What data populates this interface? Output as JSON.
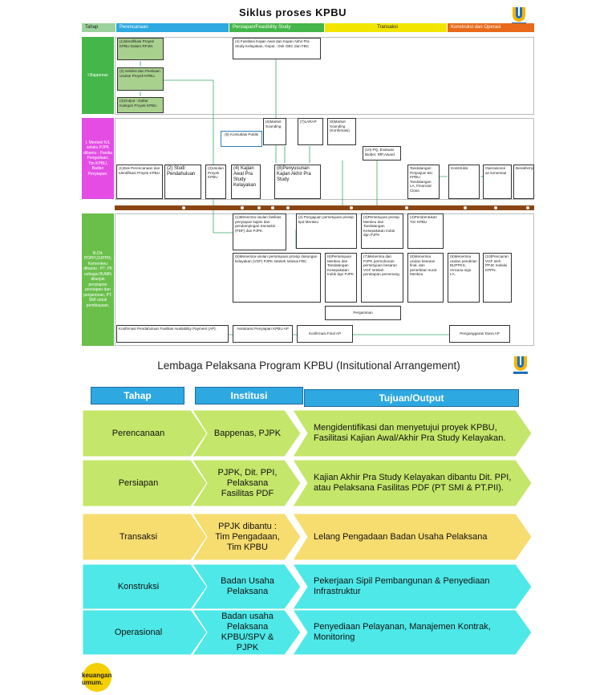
{
  "top": {
    "title": "Siklus proses   KPBU",
    "headers": {
      "tahap": "Tahap",
      "perencanaan": "Perencanaan",
      "persiapan": "Persiapan/Feasibility Study",
      "transaksi": "Transaksi",
      "konstruksi": "Konstruksi dan Operasi"
    },
    "lanes": {
      "bappenas": "I.Bappenas",
      "pjpk": "I. Menteri/ K/L selaku PJPK dibantu : Panitia Pengadaan; Tim KPBU, Badan Penyiapan.",
      "dit": "III.Dit. PDPPI,DJPPR; Kemenkeu dibantu : PT. PII sebagai BUMN ditunjuk penyiapan persiapan dan penjaminan, PT. SMI untuk pembiayaan."
    },
    "boxes": {
      "b1": "(1)Identifikasi Proyek KPBU Dalam RPJM.",
      "b2": "(2) Seleksi dan Penilaian Usulan Proyek KPBU.",
      "b3": "(3)Output : Daftar Kategori Proyek KPBU",
      "b4": "(4) Fasilitasi Kajian Awal  dan Kajian Akhir Pra Study Kelayakan, Ouput  : Dok OBC dan FBC",
      "b5": "(5) Konsultasi Publik",
      "b6": "(6)Market Sounding",
      "b7": "(7)LARAP",
      "b8": "(9)Market Sounding (Konfirmasi)",
      "b9": "(10) PQ, Evaluasi Bidder, RfP,Award",
      "p1": "(1)Dok Perencanaan dan Identifikasi Proyek KPBU",
      "p2": "(2) Studi Pendahuluan",
      "p3": "(3)Usulan Proyek KPBU",
      "p4": "(4) Kajian Awal Pra Study Kelayakan",
      "p5": "(8)Penyusunan Kajian Akhir Pra Study",
      "p6": "Tandatangan Perjanjian BU KPBU; Tandatangan LA, Financial Close.",
      "p7": "Konstruksi",
      "p8": "Operasional air komersial",
      "p9": "Berakhirnya",
      "d1": "(1)Menerima usulan fasilitas penyiapan kajian dan pendampingan transaksi (PDF) dan PJPK.",
      "d2": "(2) Pengajuan persetujuan prinsip kpd Menkeu",
      "d3": "(3)Persetujuan prinsip Menkeu dan Tandatangan Kesepakatan Induk dgn PJPK",
      "d4": "(4)Pembentukan Tim KPBU",
      "d5": "(5)Menerima usulan persetujuan prinsip dukungan kelayakan (VGF) PJPK setelah selesai FBC.",
      "d6": "(6)Persetujuan Menkeu dan Tandatangan Kesepakatan Induk dgn PJPK",
      "d7": "(7)Menerima dari PJPK permohonan persetujuan besaran VGF setelah penetapan pemenang.",
      "d8": "(8)Menerima usulan besaran final, dan penerbitan surat Menkeu.",
      "d9": "(9)Menerima usulan pendirian BUPPKS, rencana sign LA.",
      "d10": "(10)Pencairan VGF oleh PPJK melalui KPPN.",
      "penjaminan": "Penjaminan",
      "f1": "Konfirmasi Pendahuluan Fasilitas Availability Payment (AP).",
      "f2": "Assistansi Penyiapan KPBU AP",
      "f3": "Konfirmasi Final AP",
      "f4": "Penganggaran Dana AP"
    }
  },
  "bottom": {
    "title": "Lembaga Pelaksana Program KPBU (Insitutional Arrangement)",
    "headers": {
      "tahap": "Tahap",
      "institusi": "Institusi",
      "tujuan": "Tujuan/Output"
    },
    "rows": [
      {
        "tahap": "Perencanaan",
        "institusi": "Bappenas, PJPK",
        "tujuan": "Mengidentifikasi dan menyetujui proyek KPBU, Fasilitasi Kajian Awal/Akhir Pra Study Kelayakan.",
        "color": "#c4e66a"
      },
      {
        "tahap": "Persiapan",
        "institusi": "PJPK, Dit. PPI, Pelaksana Fasilitas PDF",
        "tujuan": "Kajian Akhir Pra Study Kelayakan dibantu Dit. PPI,  atau Pelaksana Fasilitas PDF (PT SMI & PT.PII).",
        "color": "#c4e66a"
      },
      {
        "tahap": "Transaksi",
        "institusi": "PPJK dibantu : Tim Pengadaan, Tim KPBU",
        "tujuan": "Lelang Pengadaan Badan Usaha Pelaksana",
        "color": "#f7dc6f"
      },
      {
        "tahap": "Konstruksi",
        "institusi": "Badan Usaha Pelaksana",
        "tujuan": "Pekerjaan Sipil Pembangunan & Penyediaan Infrastruktur",
        "color": "#4ee8e8"
      },
      {
        "tahap": "Operasional",
        "institusi": "Badan usaha Pelaksana KPBU/SPV & PJPK",
        "tujuan": "Penyediaan Pelayanan, Manajemen Kontrak, Monitoring",
        "color": "#4ee8e8"
      }
    ]
  },
  "footer_logo": {
    "line1": "keuangan",
    "line2": "umum."
  },
  "colors": {
    "green": "#45b649",
    "magenta": "#e44ce4",
    "blue": "#2ea8e0",
    "brown": "#8b4513"
  }
}
